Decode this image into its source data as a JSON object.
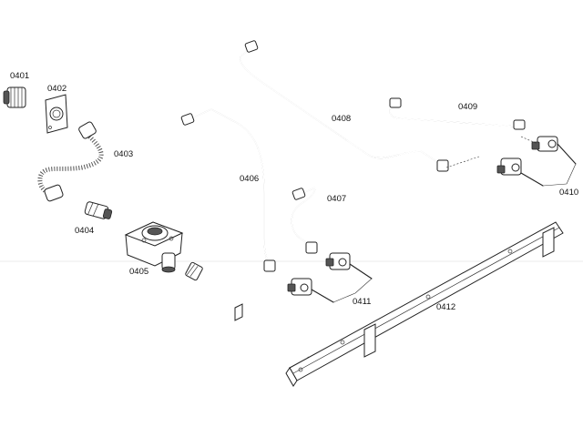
{
  "parts": [
    {
      "id": "part-0401",
      "label": "0401"
    },
    {
      "id": "part-0402",
      "label": "0402"
    },
    {
      "id": "part-0403",
      "label": "0403"
    },
    {
      "id": "part-0404",
      "label": "0404"
    },
    {
      "id": "part-0405",
      "label": "0405"
    },
    {
      "id": "part-0406",
      "label": "0406"
    },
    {
      "id": "part-0407",
      "label": "0407"
    },
    {
      "id": "part-0408",
      "label": "0408"
    },
    {
      "id": "part-0409",
      "label": "0409"
    },
    {
      "id": "part-0410",
      "label": "0410"
    },
    {
      "id": "part-0411",
      "label": "0411"
    },
    {
      "id": "part-0412",
      "label": "0412"
    }
  ]
}
